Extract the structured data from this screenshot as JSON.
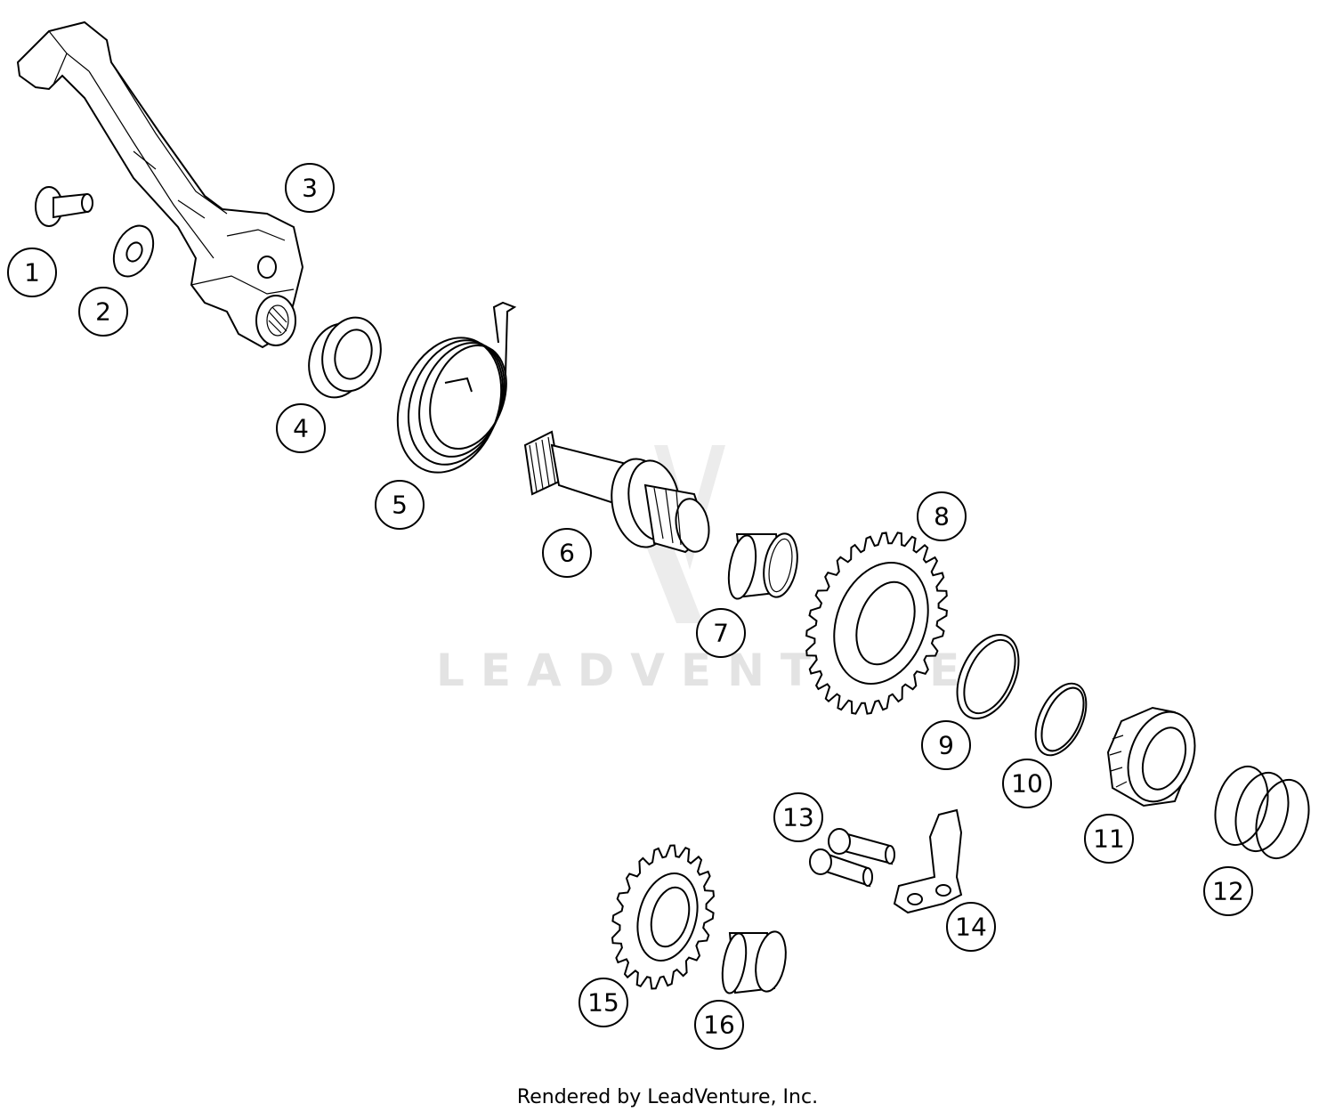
{
  "watermark": "LEADVENTURE",
  "footer": "Rendered by LeadVenture, Inc.",
  "callouts": [
    {
      "id": "1",
      "label": "1"
    },
    {
      "id": "2",
      "label": "2"
    },
    {
      "id": "3",
      "label": "3"
    },
    {
      "id": "4",
      "label": "4"
    },
    {
      "id": "5",
      "label": "5"
    },
    {
      "id": "6",
      "label": "6"
    },
    {
      "id": "7",
      "label": "7"
    },
    {
      "id": "8",
      "label": "8"
    },
    {
      "id": "9",
      "label": "9"
    },
    {
      "id": "10",
      "label": "10"
    },
    {
      "id": "11",
      "label": "11"
    },
    {
      "id": "12",
      "label": "12"
    },
    {
      "id": "13",
      "label": "13"
    },
    {
      "id": "14",
      "label": "14"
    },
    {
      "id": "15",
      "label": "15"
    },
    {
      "id": "16",
      "label": "16"
    }
  ]
}
